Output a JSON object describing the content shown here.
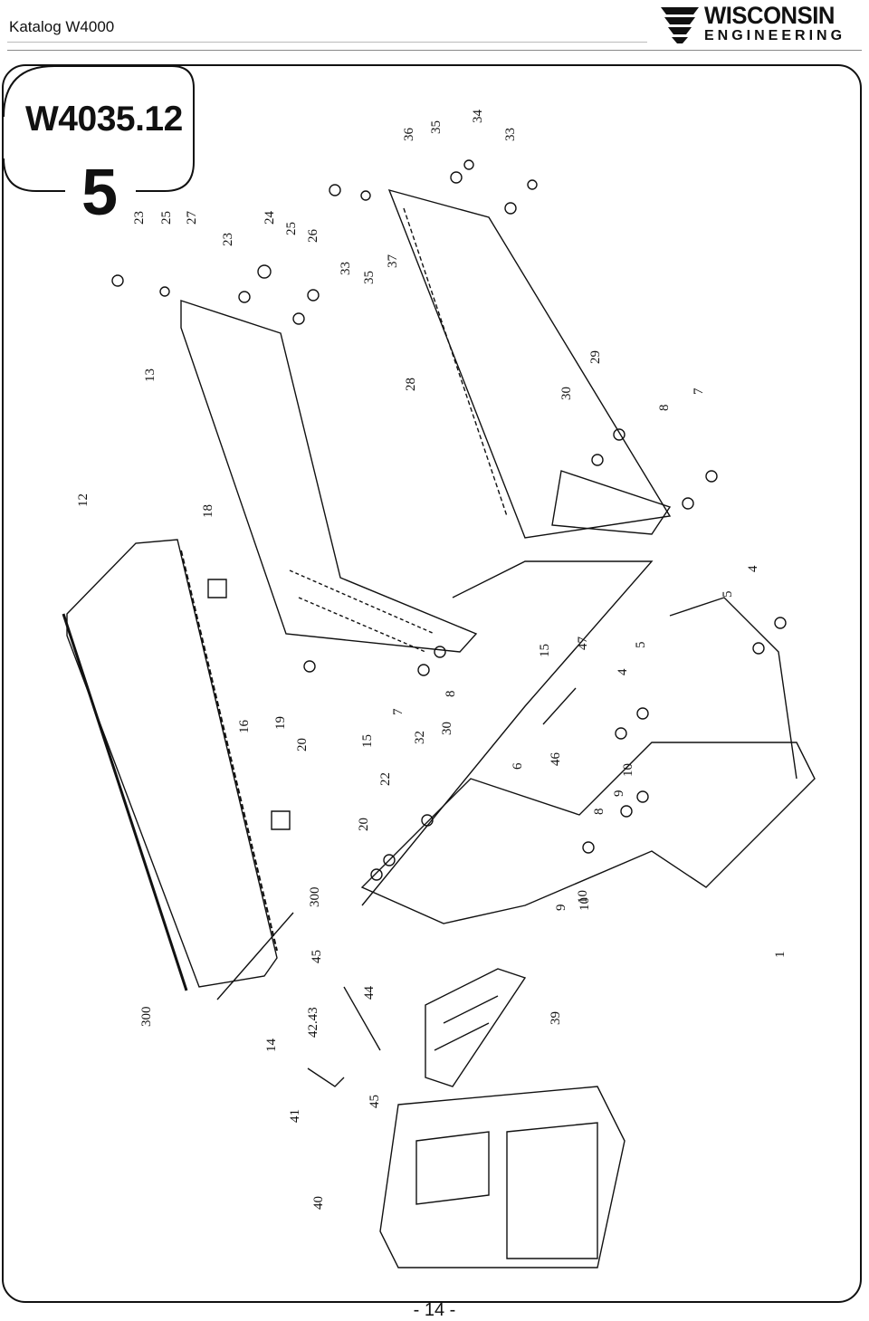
{
  "header": {
    "catalog_title": "Katalog W4000",
    "logo": {
      "line1": "WISCONSIN",
      "line2": "ENGINEERING",
      "icon": "wisconsin-logo-mark"
    }
  },
  "sheet": {
    "code": "W4035.12",
    "section_number": "5"
  },
  "callouts": [
    "23",
    "25",
    "27",
    "23",
    "24",
    "25",
    "26",
    "13",
    "12",
    "18",
    "33",
    "35",
    "37",
    "36",
    "35",
    "34",
    "33",
    "28",
    "30",
    "29",
    "8",
    "7",
    "16",
    "19",
    "20",
    "15",
    "7",
    "32",
    "30",
    "8",
    "15",
    "47",
    "4",
    "5",
    "5",
    "4",
    "6",
    "46",
    "22",
    "20",
    "300",
    "10",
    "8",
    "9",
    "10",
    "9",
    "10",
    "1",
    "300",
    "14",
    "42.43",
    "45",
    "44",
    "39",
    "41",
    "45",
    "40"
  ],
  "footer": {
    "page": "- 14 -"
  }
}
